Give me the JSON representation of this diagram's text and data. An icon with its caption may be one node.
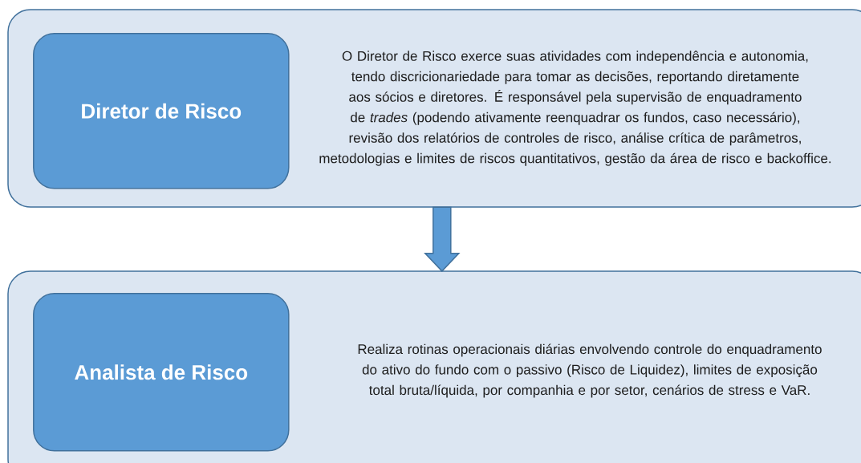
{
  "diagram": {
    "nodes": [
      {
        "text": [
          "O Diretor de Risco exerce suas atividades com independência e autonomia, tendo discricionariedade para tomar as decisões, reportando diretamente aos sócios e diretores. É responsável pela supervisão de enquadramento de *trades* (podendo ativamente reenquadrar os fundos, caso necessário), revisão dos relatórios de controles de risco, análise crítica de parâmetros, metodologias e limites de riscos quantitativos, gestão da área de risco e backoffice."
        ]
      },
      {
        "text": [
          "Diretor de Risco"
        ],
        "in": 0
      },
      {
        "text": [
          "Realiza rotinas operacionais diárias envolvendo controle do enquadramento do ativo do fundo com o passivo (Risco de Liquidez), limites de exposição total bruta/líquida, por companhia e por setor, cenários de stress e VaR."
        ]
      },
      {
        "text": [
          "Analista de Risco"
        ],
        "in": 2
      }
    ],
    "edges": [
      {
        "from": 0,
        "to": 2,
        "arrow": "to"
      }
    ]
  }
}
